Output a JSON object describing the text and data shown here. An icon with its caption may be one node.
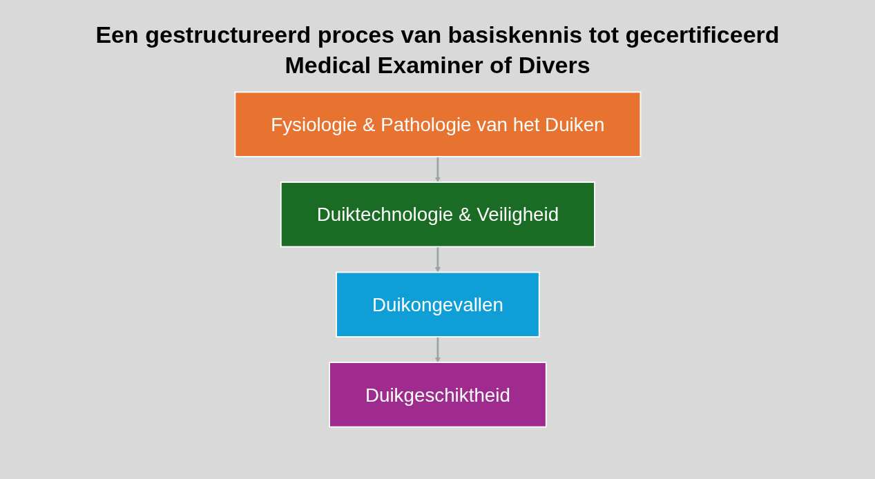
{
  "diagram": {
    "title": "Een gestructureerd proces van basiskennis tot gecertificeerd Medical Examiner of Divers",
    "nodes": [
      {
        "text": [
          "Fysiologie & Pathologie van het Duiken"
        ]
      },
      {
        "text": [
          "Duiktechnologie & Veiligheid"
        ]
      },
      {
        "text": [
          "Duikongevallen"
        ]
      },
      {
        "text": [
          "Duikgeschiktheid"
        ]
      }
    ],
    "edges": [
      {
        "from": 0,
        "to": 1,
        "arrow": "to"
      },
      {
        "from": 1,
        "to": 2,
        "arrow": "to"
      },
      {
        "from": 2,
        "to": 3,
        "arrow": "to"
      }
    ]
  }
}
